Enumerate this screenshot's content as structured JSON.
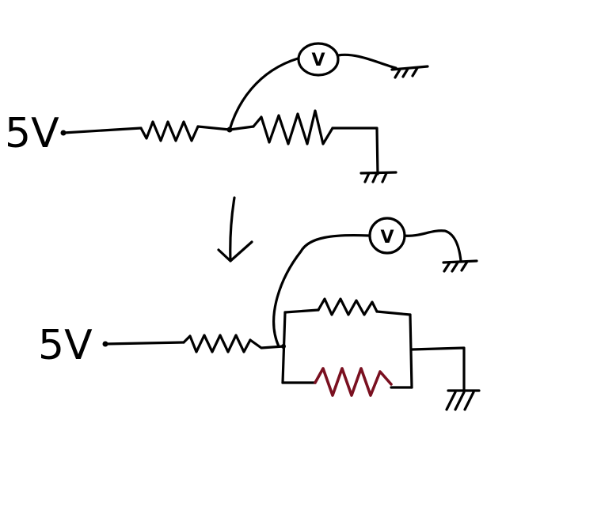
{
  "top_circuit": {
    "source_label": "5V",
    "meter_label": "V"
  },
  "bottom_circuit": {
    "source_label": "5V",
    "meter_label": "V"
  },
  "colors": {
    "wire": "#000000",
    "added_resistor": "#7a1020"
  }
}
